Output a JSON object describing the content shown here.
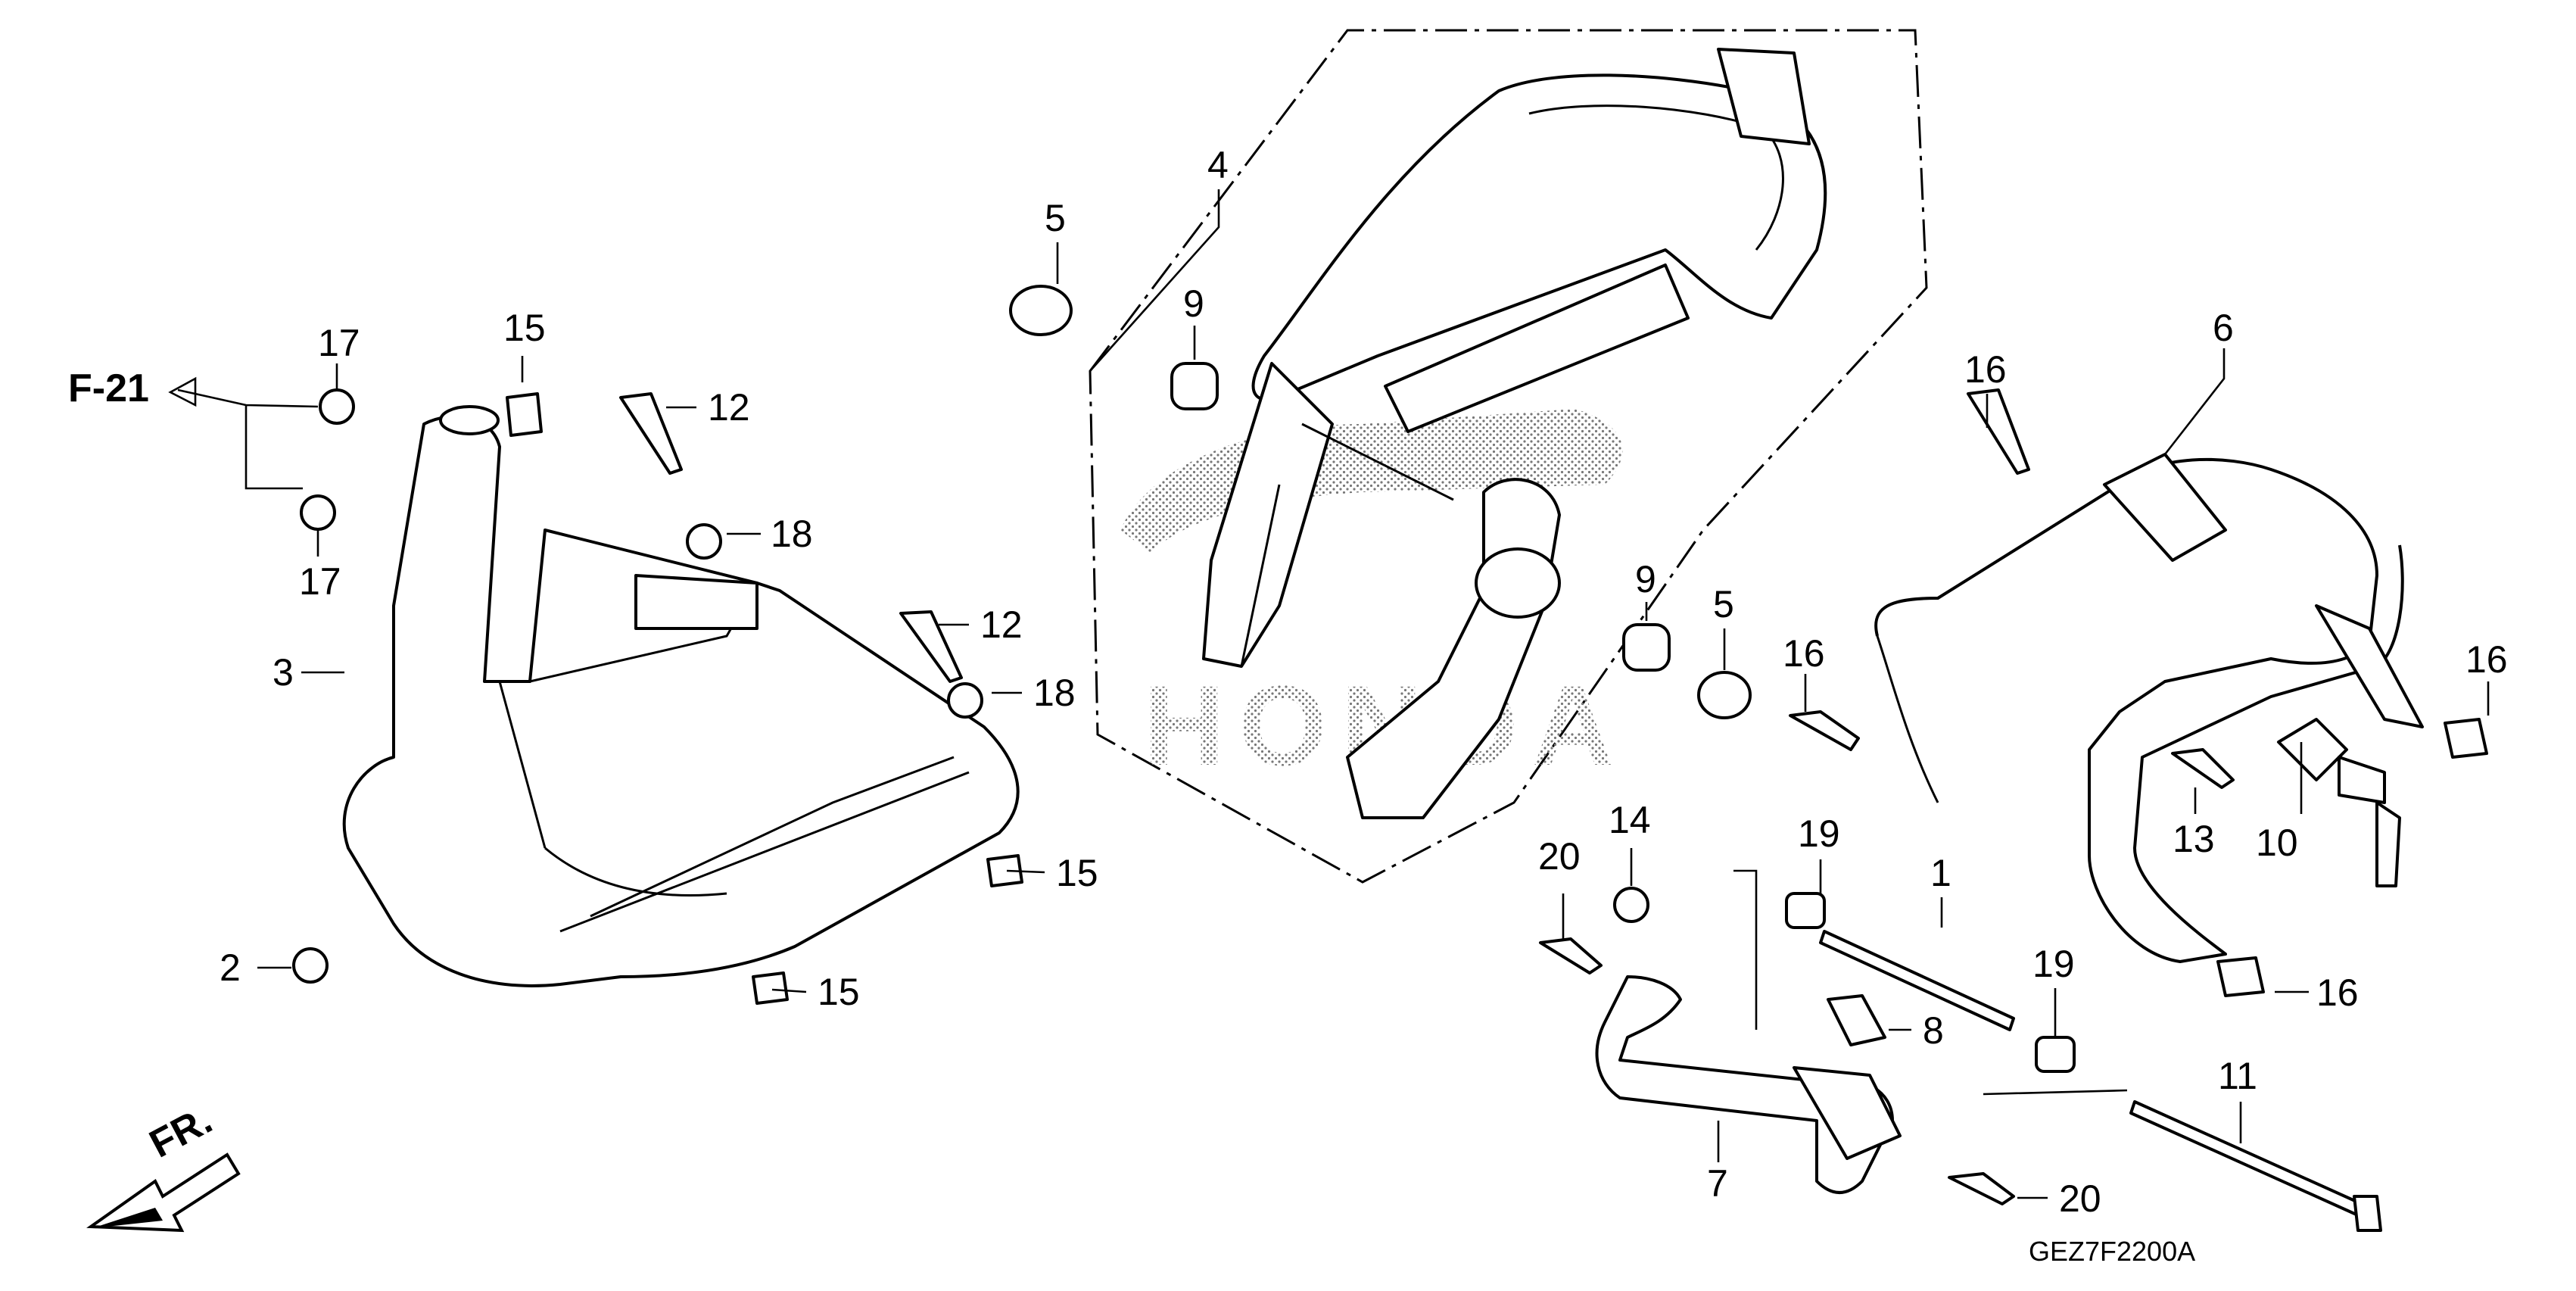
{
  "diagram": {
    "reference_label": "F-21",
    "front_label": "FR.",
    "drawing_code": "GEZ7F2200A",
    "watermark_text": "HONDA",
    "callouts": {
      "c1": "1",
      "c2": "2",
      "c3": "3",
      "c4": "4",
      "c5a": "5",
      "c5b": "5",
      "c6": "6",
      "c7": "7",
      "c8": "8",
      "c9a": "9",
      "c9b": "9",
      "c10": "10",
      "c11": "11",
      "c12a": "12",
      "c12b": "12",
      "c13": "13",
      "c14": "14",
      "c15a": "15",
      "c15b": "15",
      "c15c": "15",
      "c16a": "16",
      "c16b": "16",
      "c16c": "16",
      "c16d": "16",
      "c17a": "17",
      "c17b": "17",
      "c18a": "18",
      "c18b": "18",
      "c19a": "19",
      "c19b": "19",
      "c20a": "20",
      "c20b": "20"
    }
  }
}
